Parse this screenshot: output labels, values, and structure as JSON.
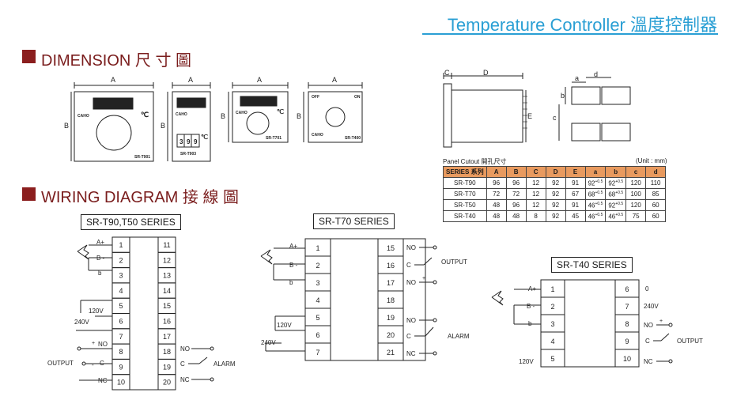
{
  "title": "Temperature Controller  溫度控制器",
  "sections": {
    "dimension": "DIMENSION  尺 寸 圖",
    "wiring": "WIRING DIAGRAM  接 線 圖"
  },
  "dimension_drawings": {
    "label_a": "A",
    "label_b": "B",
    "label_c": "C",
    "label_d": "D",
    "label_e": "E",
    "label_small_a": "a",
    "label_small_b": "b",
    "label_small_c": "c",
    "label_small_d": "d",
    "brand": "CAHO",
    "celsius": "℃",
    "models": [
      "SR-T901",
      "SR-T903",
      "SR-T701",
      "SR-T400"
    ],
    "digits": [
      "3",
      "9",
      "9"
    ],
    "off": "OFF",
    "on": "ON"
  },
  "panel_cutout": {
    "caption": "Panel Cutout 開孔尺寸",
    "unit": "(Unit : mm)",
    "headers": [
      "SERIES 系列",
      "A",
      "B",
      "C",
      "D",
      "E",
      "a",
      "b",
      "c",
      "d"
    ],
    "rows": [
      [
        "SR-T90",
        "96",
        "96",
        "12",
        "92",
        "91",
        "92",
        "92",
        "120",
        "110"
      ],
      [
        "SR-T70",
        "72",
        "72",
        "12",
        "92",
        "67",
        "68",
        "68",
        "100",
        "85"
      ],
      [
        "SR-T50",
        "48",
        "96",
        "12",
        "92",
        "91",
        "46",
        "92",
        "120",
        "60"
      ],
      [
        "SR-T40",
        "48",
        "48",
        "8",
        "92",
        "45",
        "46",
        "46",
        "75",
        "60"
      ]
    ],
    "tolerance_sup": "+0.5",
    "tolerance_sub": "-0"
  },
  "wiring": {
    "t90": {
      "label": "SR-T90,T50 SERIES",
      "left_pins": [
        "1",
        "2",
        "3",
        "4",
        "5",
        "6",
        "7",
        "8",
        "9",
        "10"
      ],
      "right_pins": [
        "11",
        "12",
        "13",
        "14",
        "15",
        "16",
        "17",
        "18",
        "19",
        "20"
      ],
      "a_plus": "A+",
      "b_minus": "B -",
      "b": "b",
      "v120": "120V",
      "v240": "240V",
      "output": "OUTPUT",
      "alarm": "ALARM",
      "no": "NO",
      "c": "C",
      "nc": "NC",
      "plus": "+",
      "minus": "-"
    },
    "t70": {
      "label": "SR-T70 SERIES",
      "left_pins": [
        "1",
        "2",
        "3",
        "4",
        "5",
        "6",
        "7"
      ],
      "right_pins": [
        "15",
        "16",
        "17",
        "18",
        "19",
        "20",
        "21"
      ],
      "a_plus": "A+",
      "b_minus": "B -",
      "b": "b",
      "v120": "120V",
      "v240": "240V",
      "output": "OUTPUT",
      "alarm": "ALARM",
      "no": "NO",
      "c": "C",
      "nc": "NC",
      "plus": "+",
      "minus": "-"
    },
    "t40": {
      "label": "SR-T40 SERIES",
      "left_pins": [
        "1",
        "2",
        "3",
        "4",
        "5"
      ],
      "right_pins": [
        "6",
        "7",
        "8",
        "9",
        "10"
      ],
      "a_plus": "A+",
      "b_minus": "B -",
      "b": "b",
      "v120": "120V",
      "v240": "240V",
      "zero": "0",
      "output": "OUTPUT",
      "no": "NO",
      "c": "C",
      "nc": "NC",
      "plus": "+",
      "minus": "-"
    }
  }
}
